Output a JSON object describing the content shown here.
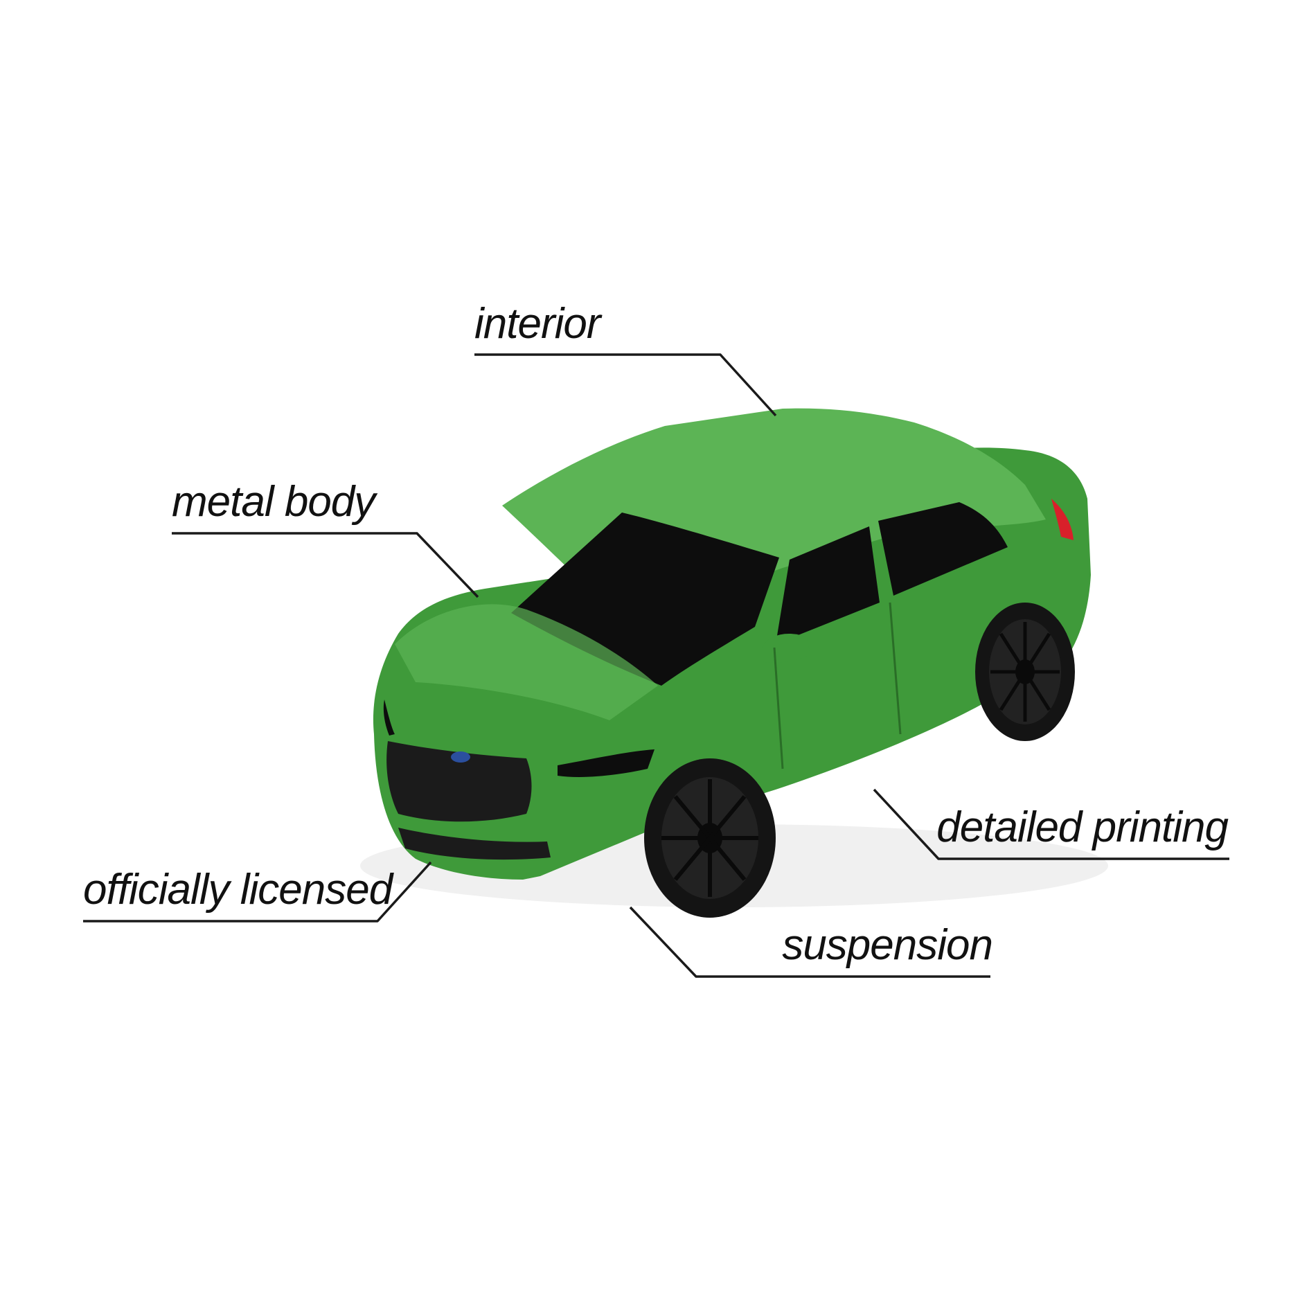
{
  "labels": {
    "interior": "interior",
    "metal_body": "metal body",
    "officially_licensed": "officially licensed",
    "detailed_printing": "detailed printing",
    "suspension": "suspension"
  },
  "product": {
    "body_color": "#3f9a3a",
    "body_color_light": "#5cb455",
    "body_color_dark": "#2a6e27",
    "glass_color": "#0d0d0d",
    "wheel_color": "#141414",
    "tail_light_color": "#d8202a",
    "badge_color": "#2b4f9e",
    "icon": "toy-car-image"
  }
}
